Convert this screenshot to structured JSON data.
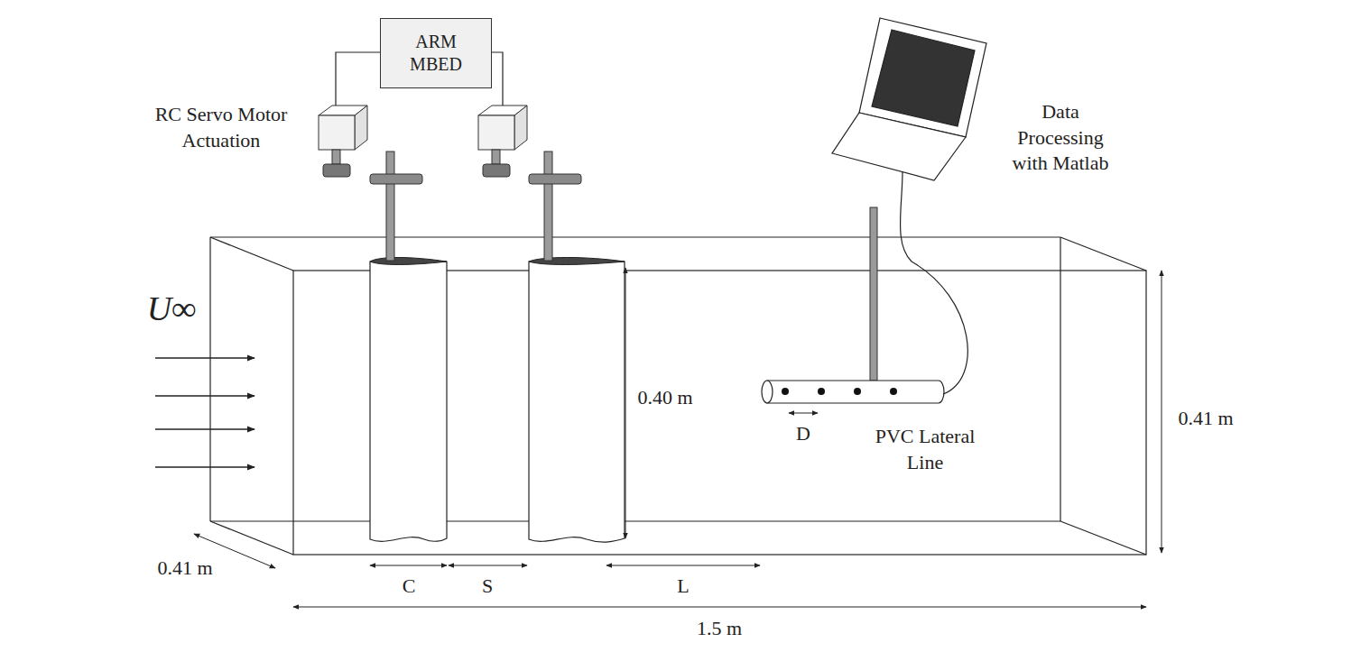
{
  "diagram": {
    "nodes": [
      {
        "text": [
          "ARM MBED"
        ]
      }
    ],
    "labels": [
      "RC Servo Motor Actuation",
      "Data Processing with Matlab",
      "U∞",
      "0.40 m",
      "0.41 m",
      "0.41 m",
      "D",
      "PVC Lateral Line",
      "C",
      "S",
      "L",
      "1.5 m"
    ]
  }
}
